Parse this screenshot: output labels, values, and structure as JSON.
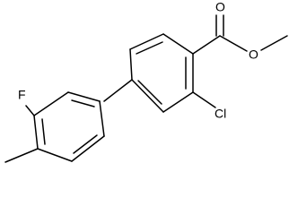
{
  "molecule": {
    "atoms": {
      "fluorine": "F",
      "chlorine": "Cl",
      "carbonyl_oxygen": "O",
      "ester_oxygen": "O"
    }
  },
  "colors": {
    "bond": "#000000",
    "label": "#000000",
    "background": "#ffffff"
  }
}
